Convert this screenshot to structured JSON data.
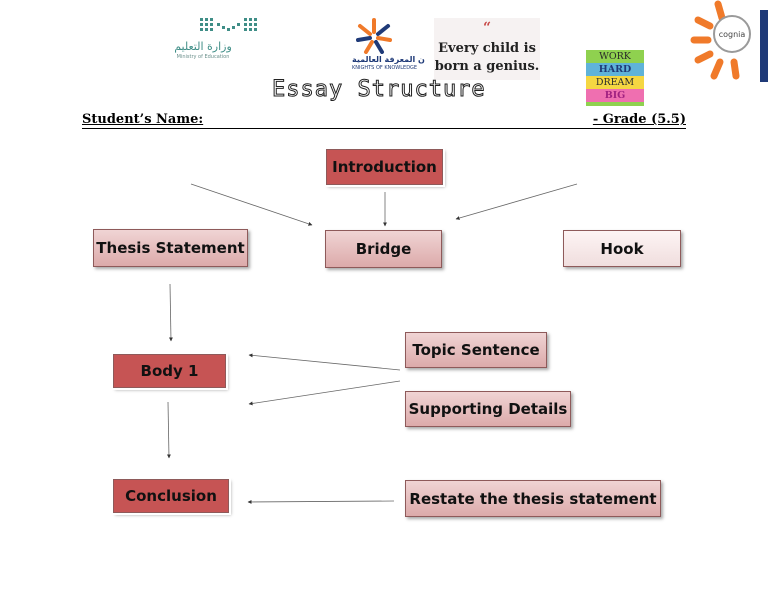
{
  "header": {
    "ministry_ar": "وزارة التعليم",
    "ministry_en": "Ministry of Education",
    "knights_ar": "ن المعرفة العالمية",
    "knights_en": "KNIGHTS OF KNOWLEDGE",
    "quote_mark": "“",
    "quote_line1": "Every child is",
    "quote_line2": "born a genius.",
    "motto": [
      "WORK",
      "HARD",
      "DREAM",
      "BIG"
    ],
    "cognia_label": "cognia",
    "title": "Essay Structure"
  },
  "student": {
    "name_label": "Student’s Name:",
    "grade": "- Grade (5.5)"
  },
  "diagram": {
    "introduction": "Introduction",
    "thesis_statement": "Thesis Statement",
    "bridge": "Bridge",
    "hook": "Hook",
    "body1": "Body 1",
    "topic_sentence": "Topic Sentence",
    "supporting_details": "Supporting Details",
    "conclusion": "Conclusion",
    "restate": "Restate the thesis statement"
  },
  "colors": {
    "box_gradient_top": "#f0d4d4",
    "box_gradient_bottom": "#dcaaaa",
    "box_red": "#c65454",
    "moe_teal": "#3f8e87",
    "knights_orange": "#f07a2a",
    "knights_blue": "#1f3a78",
    "quote_red": "#c84a48",
    "motto_green": "#8fd14f"
  }
}
